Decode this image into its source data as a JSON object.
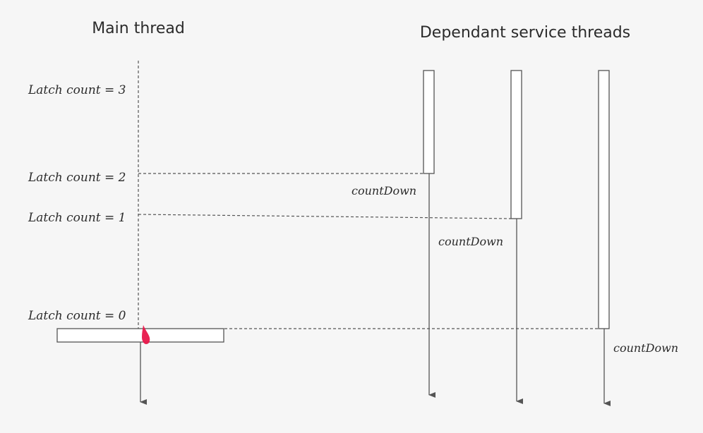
{
  "headings": {
    "main": "Main thread",
    "services": "Dependant service threads"
  },
  "latch_labels": [
    "Latch count = 3",
    "Latch count = 2",
    "Latch count = 1",
    "Latch count = 0"
  ],
  "count_down_labels": [
    "countDown",
    "countDown",
    "countDown"
  ],
  "colors": {
    "background": "#f6f6f6",
    "line": "#555555",
    "text": "#2b2b2b",
    "marker": "#e8174a"
  }
}
